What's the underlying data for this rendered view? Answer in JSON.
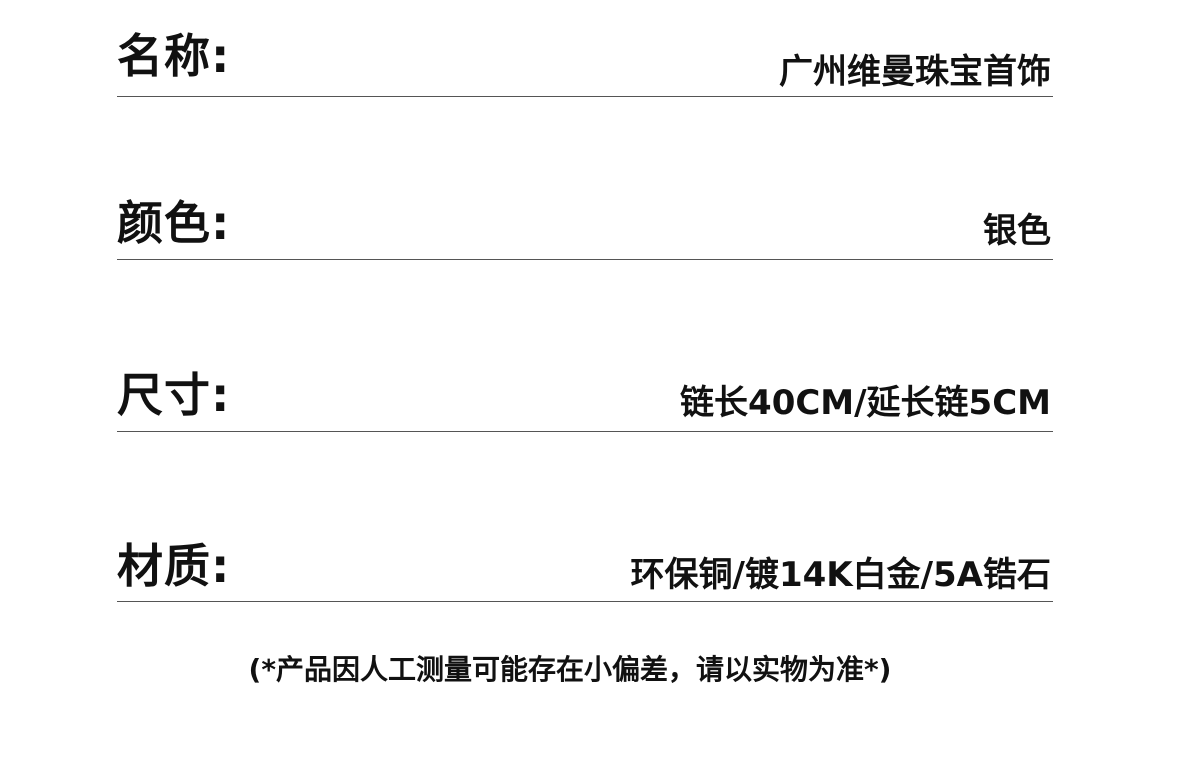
{
  "specs": [
    {
      "label": "名称:",
      "value": "广州维曼珠宝首饰"
    },
    {
      "label": "颜色:",
      "value": "银色"
    },
    {
      "label": "尺寸:",
      "value": "链长40CM/延长链5CM"
    },
    {
      "label": "材质:",
      "value": "环保铜/镀14K白金/5A锆石"
    }
  ],
  "note": "(*产品因人工测量可能存在小偏差，请以实物为准*)",
  "colors": {
    "text": "#111111",
    "divider": "#555555",
    "background": "#ffffff"
  }
}
